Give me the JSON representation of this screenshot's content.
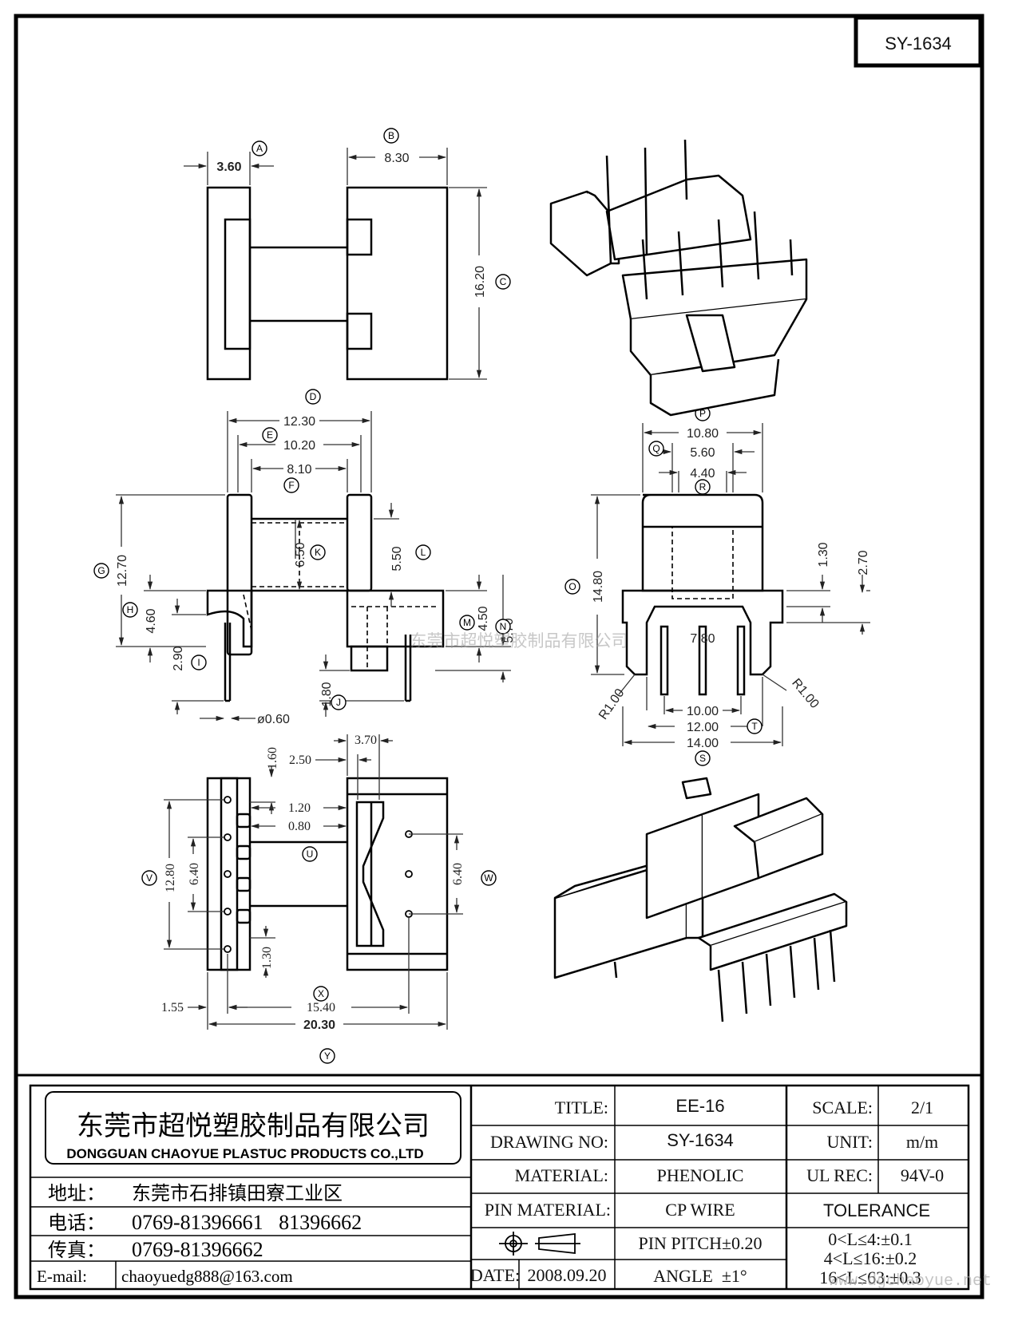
{
  "drawing_code": "SY-1634",
  "dims": {
    "A": "3.60",
    "B": "8.30",
    "C": "16.20",
    "D": "12.30",
    "E": "10.20",
    "F": "8.10",
    "G": "12.70",
    "H": "4.60",
    "I": "2.90",
    "J": "1.80",
    "K": "6.50",
    "L": "5.50",
    "M": "4.50",
    "N": "5.70",
    "pin_dia": "ø0.60",
    "P": "10.80",
    "Q": "5.60",
    "R": "4.40",
    "O": "14.80",
    "h130": "1.30",
    "h270": "2.70",
    "w780": "7.80",
    "r1": "R1.00",
    "r2": "R1.00",
    "w1000": "10.00",
    "T": "12.00",
    "S": "14.00",
    "b370": "3.70",
    "b250": "2.50",
    "b160": "1.60",
    "b120": "1.20",
    "b080": "0.80",
    "V": "12.80",
    "v640": "6.40",
    "W": "6.40",
    "b130": "1.30",
    "b155": "1.55",
    "b1540": "15.40",
    "Y": "20.30"
  },
  "balloons": [
    "A",
    "B",
    "C",
    "D",
    "E",
    "F",
    "G",
    "H",
    "I",
    "J",
    "K",
    "L",
    "M",
    "N",
    "O",
    "P",
    "Q",
    "R",
    "S",
    "T",
    "U",
    "V",
    "W",
    "X",
    "Y"
  ],
  "watermark_center": "东莞市超悦塑胶制品有限公司",
  "watermark_corner": "www.dgchaoyue.net",
  "company": {
    "name_cn": "东莞市超悦塑胶制品有限公司",
    "name_en": "DONGGUAN CHAOYUE PLASTUC PRODUCTS CO.,LTD"
  },
  "contact": {
    "addr_label": "地址：",
    "addr": "东莞市石排镇田寮工业区",
    "tel_label": "电话：",
    "tel": "0769-81396661   81396662",
    "fax_label": "传真：",
    "fax": "0769-81396662",
    "email_label": "E-mail:",
    "email": "chaoyuedg888@163.com"
  },
  "titleblock": {
    "title_label": "TITLE:",
    "title": "EE-16",
    "scale_label": "SCALE:",
    "scale": "2/1",
    "drawing_no_label": "DRAWING NO:",
    "drawing_no": "SY-1634",
    "unit_label": "UNIT:",
    "unit": "m/m",
    "material_label": "MATERIAL:",
    "material": "PHENOLIC",
    "ul_label": "UL REC:",
    "ul": "94V-0",
    "pin_material_label": "PIN MATERIAL:",
    "pin_material": "CP WIRE",
    "tolerance_label": "TOLERANCE",
    "pin_pitch": "PIN PITCH±0.20",
    "angle": "ANGLE  ±1°",
    "date_label": "DATE:",
    "date": "2008.09.20",
    "tol1": "0<L≤4:±0.1",
    "tol2": "4<L≤16:±0.2",
    "tol3": "16<L≤63:±0.3"
  }
}
